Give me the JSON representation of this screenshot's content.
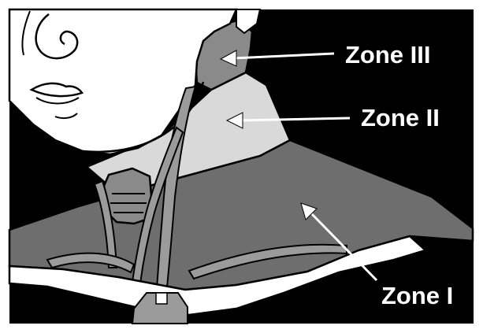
{
  "diagram": {
    "labels": {
      "zone_3": "Zone III",
      "zone_2": "Zone II",
      "zone_1": "Zone I"
    },
    "colors": {
      "background": "#000000",
      "frame": "#ffffff",
      "skin": "#ffffff",
      "zone_1_fill": "#6e6e6e",
      "zone_2_fill": "#d9d9d9",
      "zone_3_fill": "#8a8a8a",
      "vessel_fill": "#9b9b9b",
      "outline": "#000000",
      "label_text": "#ffffff"
    }
  }
}
